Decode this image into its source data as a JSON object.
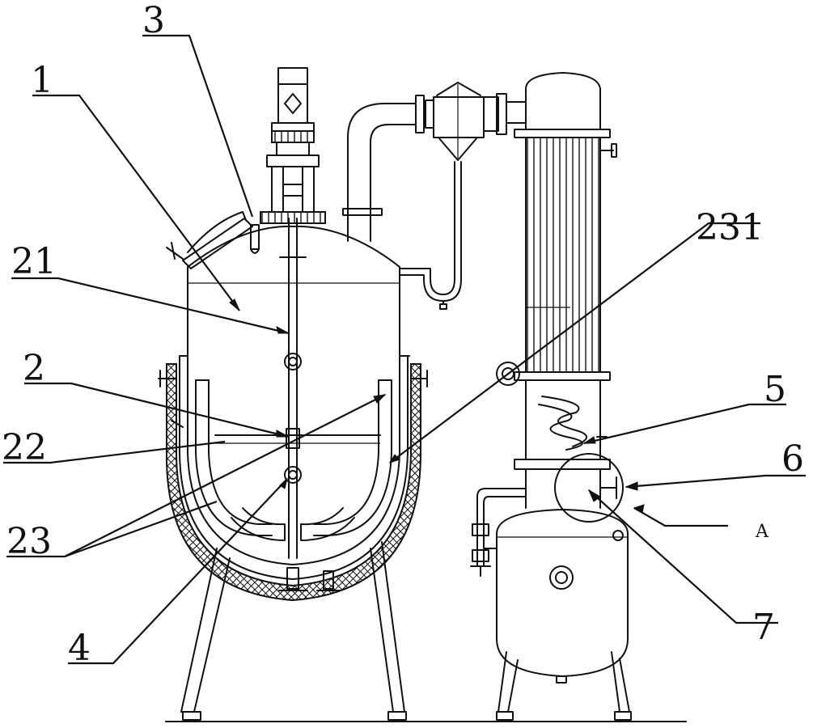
{
  "labels": {
    "l1": "1",
    "l2": "2",
    "l3": "3",
    "l4": "4",
    "l5": "5",
    "l6": "6",
    "l7": "7",
    "l21": "21",
    "l22": "22",
    "l23": "23",
    "l231": "231",
    "lA": "A"
  }
}
